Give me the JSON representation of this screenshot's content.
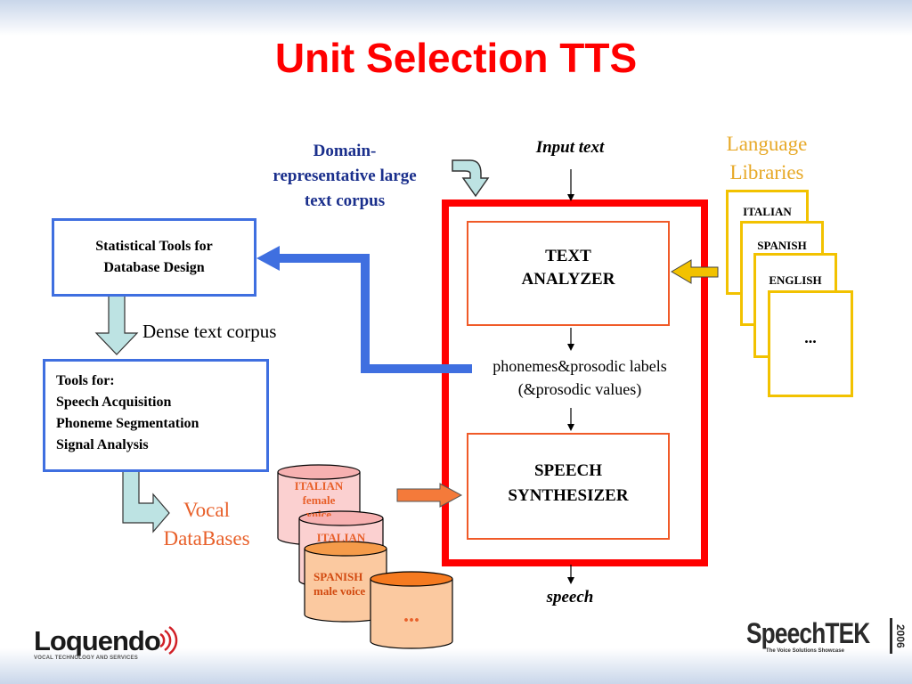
{
  "slide": {
    "title": "Unit Selection TTS"
  },
  "corpus": {
    "label": "Domain-representative large text corpus",
    "lines": [
      "Domain-",
      "representative large",
      "text corpus"
    ]
  },
  "input_text": "Input text",
  "language_libraries": {
    "label_lines": [
      "Language",
      "Libraries"
    ],
    "items": [
      "ITALIAN",
      "SPANISH",
      "ENGLISH",
      "..."
    ]
  },
  "stat_tools": {
    "lines": [
      "Statistical Tools for",
      "Database Design"
    ]
  },
  "dense_corpus": "Dense text corpus",
  "tools": {
    "lines": [
      "Tools for:",
      "Speech Acquisition",
      "Phoneme  Segmentation",
      "Signal Analysis"
    ]
  },
  "vocal_db": {
    "lines": [
      "Vocal",
      "DataBases"
    ]
  },
  "text_analyzer": {
    "lines": [
      "TEXT",
      "ANALYZER"
    ]
  },
  "labels": {
    "lines": [
      "phonemes&prosodic labels",
      "(&prosodic values)"
    ]
  },
  "synth": {
    "lines": [
      "SPEECH",
      "SYNTHESIZER"
    ]
  },
  "speech": "speech",
  "cylinders": {
    "c1": [
      "ITALIAN",
      "female",
      "voice"
    ],
    "c2": [
      "ITALIAN"
    ],
    "c3": [
      "SPANISH",
      "male voice"
    ],
    "c4": "..."
  },
  "logos": {
    "left": "Loquendo",
    "left_sub": "VOCAL TECHNOLOGY AND SERVICES",
    "right": "SpeechTEK",
    "right_year": "2006",
    "right_sub": "The Voice Solutions Showcase"
  },
  "colors": {
    "title": "#ff0000",
    "blue": "#3f6fe0",
    "corpus_text": "#1a2f8c",
    "orange": "#f05a28",
    "yellow": "#f2c200",
    "main_frame": "#ff0000"
  }
}
